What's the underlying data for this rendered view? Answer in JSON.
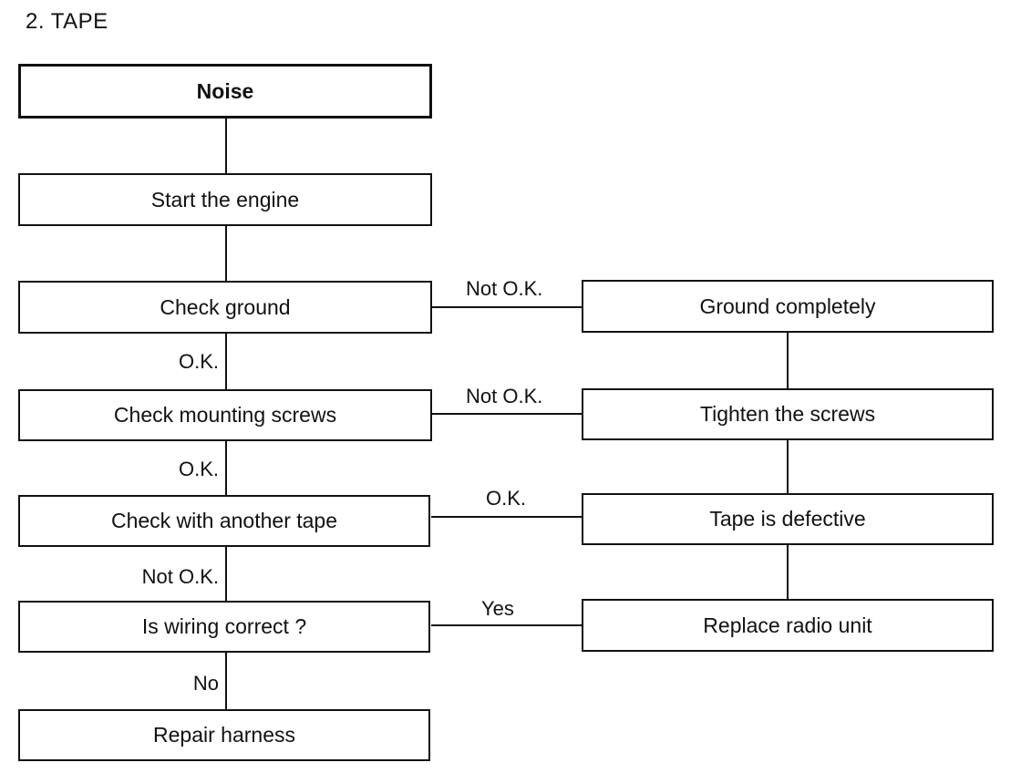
{
  "heading": "2.  TAPE",
  "boxes": {
    "noise": "Noise",
    "start_engine": "Start the engine",
    "check_ground": "Check ground",
    "check_screws": "Check mounting screws",
    "check_tape": "Check with another tape",
    "wiring": "Is wiring correct ?",
    "repair": "Repair harness",
    "ground_completely": "Ground completely",
    "tighten": "Tighten the screws",
    "tape_defective": "Tape is defective",
    "replace": "Replace radio unit"
  },
  "labels": {
    "ground_ok": "O.K.",
    "ground_notok": "Not O.K.",
    "screws_ok": "O.K.",
    "screws_notok": "Not O.K.",
    "tape_ok": "O.K.",
    "tape_notok": "Not O.K.",
    "wiring_yes": "Yes",
    "wiring_no": "No"
  }
}
